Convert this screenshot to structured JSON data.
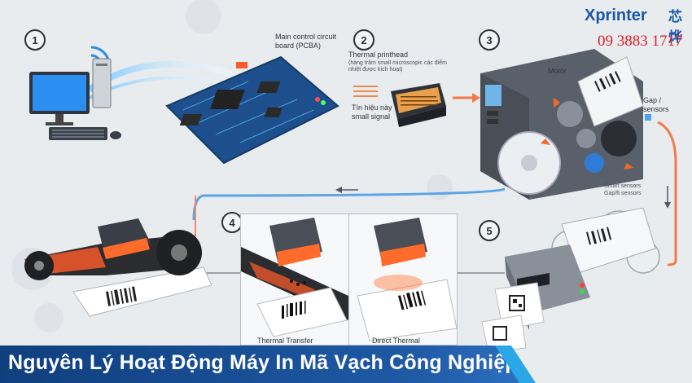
{
  "brand": {
    "name": "Xprinter",
    "chinese": "芯烨",
    "phone": "09 3883 1717",
    "colors": {
      "blue": "#1958a8",
      "red": "#e21b23"
    }
  },
  "steps": [
    "1",
    "2",
    "3",
    "4",
    "5"
  ],
  "labels": {
    "pcba": "Main control circuit board (PCBA)",
    "printhead": "Thermal printhead",
    "printhead_note": "(hàng trăm small microscopic các điểm nhiệt được kích hoạt)",
    "signal": "Tín hiệu này small signal",
    "motor": "Motor",
    "gap_sensors": "Gap / sensors",
    "smart_sensors": "Smart sensors",
    "gapft_sensors": "Gap/ft sensors",
    "thermal_transfer": "Thermal Transfer",
    "direct_thermal": "Direct Thermal"
  },
  "title": "Nguyên Lý Hoạt Động Máy In Mã Vạch Công Nghiệp"
}
